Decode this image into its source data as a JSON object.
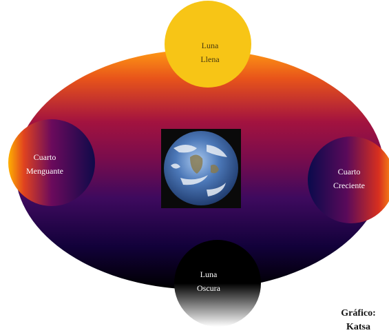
{
  "diagram": {
    "orbit_colors": [
      "#ff9a14",
      "#e8541a",
      "#a3133f",
      "#7a0c4c",
      "#3e0a5e",
      "#12013a",
      "#000000"
    ],
    "earth_icon": "earth-photo",
    "phases": {
      "full": {
        "label": "Luna\nLlena",
        "color": "#f7c516"
      },
      "waning": {
        "label": "Cuarto\nMenguante",
        "colors": [
          "#ffb000",
          "#e0431f",
          "#6b0a5c",
          "#0f0a4a"
        ]
      },
      "waxing": {
        "label": "Cuarto\nCreciente",
        "colors": [
          "#0a0a4c",
          "#5a0a5a",
          "#d8301e",
          "#ff9a14"
        ]
      },
      "new": {
        "label": "Luna\nOscura",
        "colors": [
          "#000000",
          "#ffffff"
        ]
      }
    }
  },
  "credit": "Gráfico:\nKatsa"
}
